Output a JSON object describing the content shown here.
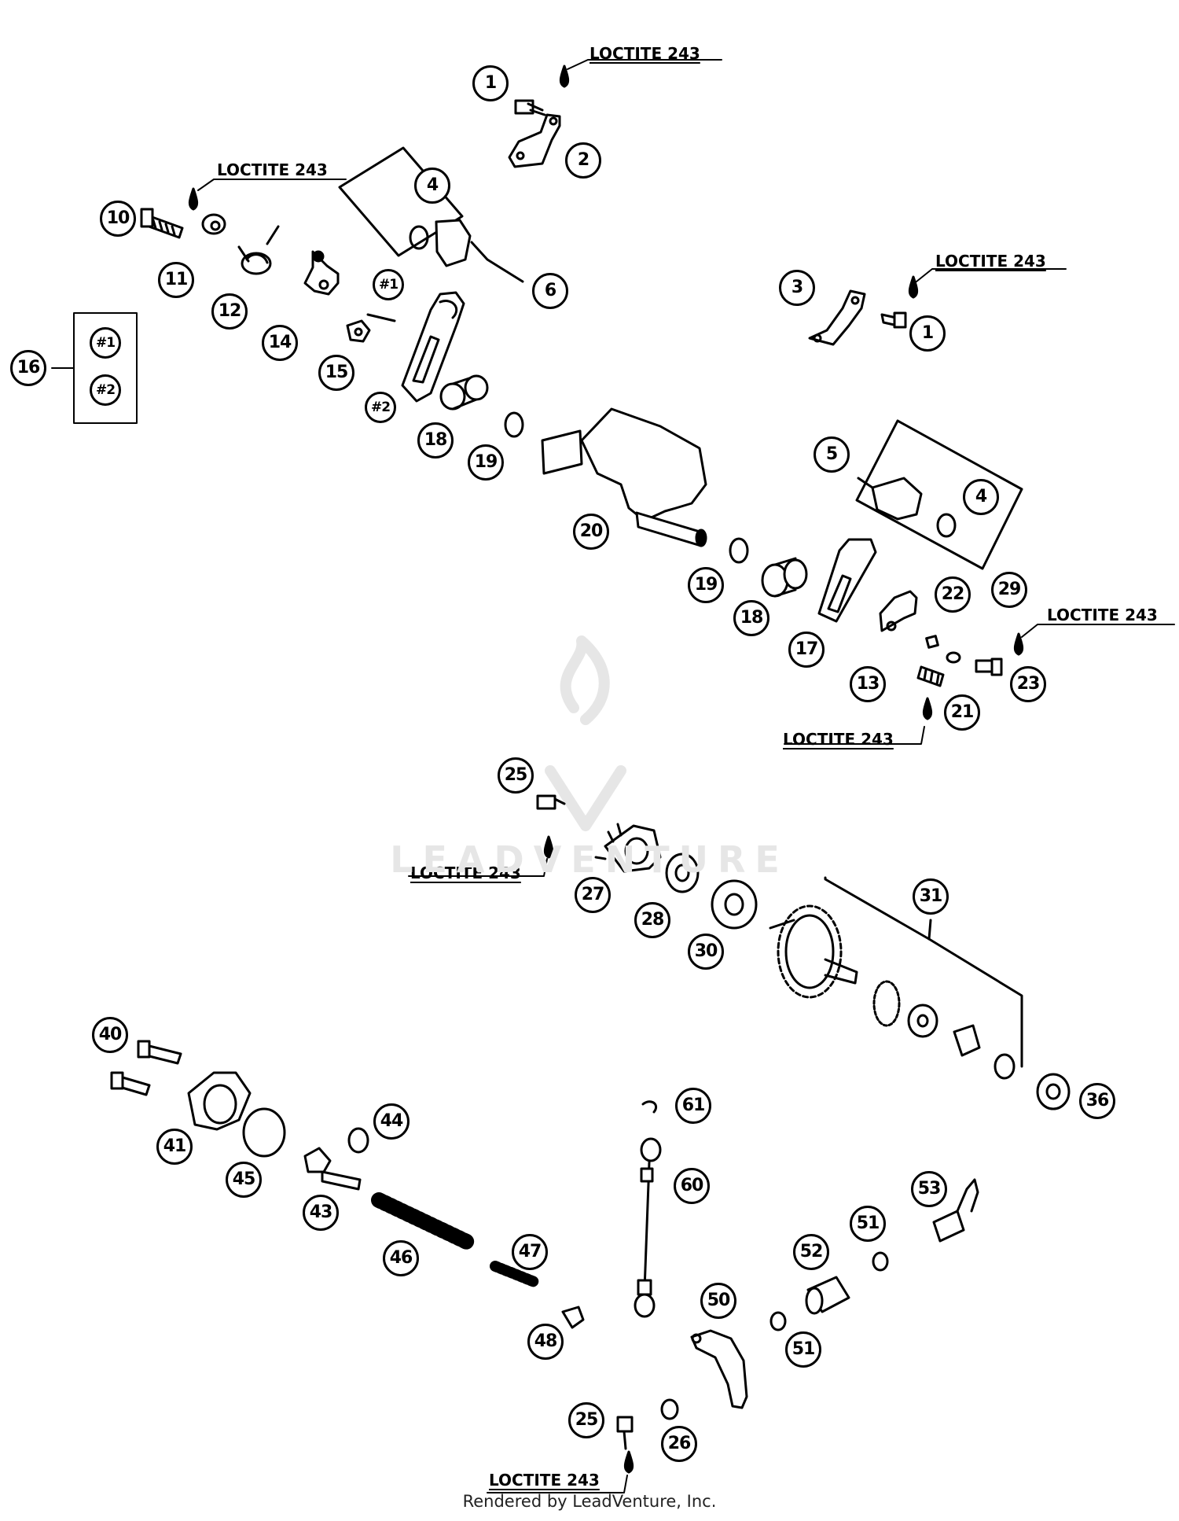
{
  "callouts": [
    {
      "id": "c1a",
      "label": "1"
    },
    {
      "id": "c2",
      "label": "2"
    },
    {
      "id": "c4a",
      "label": "4"
    },
    {
      "id": "c6",
      "label": "6"
    },
    {
      "id": "c10",
      "label": "10"
    },
    {
      "id": "c11",
      "label": "11"
    },
    {
      "id": "c12",
      "label": "12"
    },
    {
      "id": "c14",
      "label": "14"
    },
    {
      "id": "c15",
      "label": "15"
    },
    {
      "id": "c16",
      "label": "16"
    },
    {
      "id": "c16a",
      "label": "#1"
    },
    {
      "id": "c16b",
      "label": "#2"
    },
    {
      "id": "cK1",
      "label": "#1"
    },
    {
      "id": "cK2",
      "label": "#2"
    },
    {
      "id": "c3",
      "label": "3"
    },
    {
      "id": "c1b",
      "label": "1"
    },
    {
      "id": "c18a",
      "label": "18"
    },
    {
      "id": "c19a",
      "label": "19"
    },
    {
      "id": "c20",
      "label": "20"
    },
    {
      "id": "c5",
      "label": "5"
    },
    {
      "id": "c4b",
      "label": "4"
    },
    {
      "id": "c19b",
      "label": "19"
    },
    {
      "id": "c18b",
      "label": "18"
    },
    {
      "id": "c17",
      "label": "17"
    },
    {
      "id": "c22",
      "label": "22"
    },
    {
      "id": "c29",
      "label": "29"
    },
    {
      "id": "c13",
      "label": "13"
    },
    {
      "id": "c23",
      "label": "23"
    },
    {
      "id": "c21",
      "label": "21"
    },
    {
      "id": "c25a",
      "label": "25"
    },
    {
      "id": "c27",
      "label": "27"
    },
    {
      "id": "c28",
      "label": "28"
    },
    {
      "id": "c30",
      "label": "30"
    },
    {
      "id": "c31",
      "label": "31"
    },
    {
      "id": "c36",
      "label": "36"
    },
    {
      "id": "c40",
      "label": "40"
    },
    {
      "id": "c41",
      "label": "41"
    },
    {
      "id": "c45",
      "label": "45"
    },
    {
      "id": "c44",
      "label": "44"
    },
    {
      "id": "c43",
      "label": "43"
    },
    {
      "id": "c46",
      "label": "46"
    },
    {
      "id": "c47",
      "label": "47"
    },
    {
      "id": "c48",
      "label": "48"
    },
    {
      "id": "c61",
      "label": "61"
    },
    {
      "id": "c60",
      "label": "60"
    },
    {
      "id": "c53",
      "label": "53"
    },
    {
      "id": "c51a",
      "label": "51"
    },
    {
      "id": "c52",
      "label": "52"
    },
    {
      "id": "c50",
      "label": "50"
    },
    {
      "id": "c51b",
      "label": "51"
    },
    {
      "id": "c25b",
      "label": "25"
    },
    {
      "id": "c26",
      "label": "26"
    }
  ],
  "loctite_labels": [
    {
      "id": "L1",
      "text": "LOCTITE 243"
    },
    {
      "id": "L2",
      "text": "LOCTITE 243"
    },
    {
      "id": "L3",
      "text": "LOCTITE 243"
    },
    {
      "id": "L4",
      "text": "LOCTITE 243"
    },
    {
      "id": "L5",
      "text": "LOCTITE 243"
    },
    {
      "id": "L6",
      "text": "LOCTITE 243"
    },
    {
      "id": "L7",
      "text": "LOCTITE 243"
    }
  ],
  "watermark": "LEADVENTURE",
  "footer": "Rendered by LeadVenture, Inc."
}
